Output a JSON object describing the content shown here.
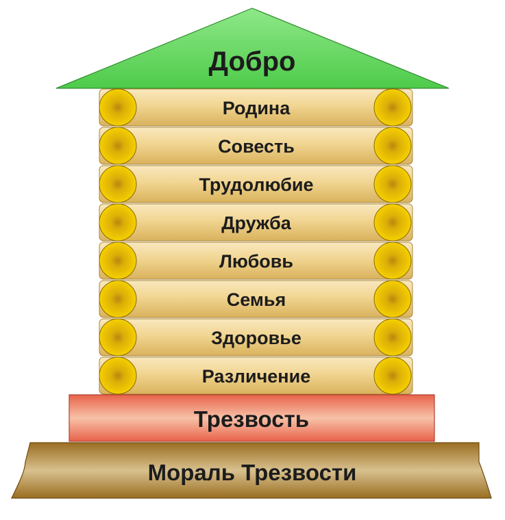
{
  "roof": {
    "label": "Добро",
    "color": "#5fd35a"
  },
  "logs": [
    {
      "label": "Родина"
    },
    {
      "label": "Совесть"
    },
    {
      "label": "Трудолюбие"
    },
    {
      "label": "Дружба"
    },
    {
      "label": "Любовь"
    },
    {
      "label": "Семья"
    },
    {
      "label": "Здоровье"
    },
    {
      "label": "Различение"
    }
  ],
  "foundation": {
    "label": "Трезвость",
    "color": "#ef7c62"
  },
  "ground": {
    "label": "Мораль Трезвости",
    "color": "#a57b2c"
  },
  "log_color": "#f4d79a",
  "log_end_color": "#e8c000"
}
